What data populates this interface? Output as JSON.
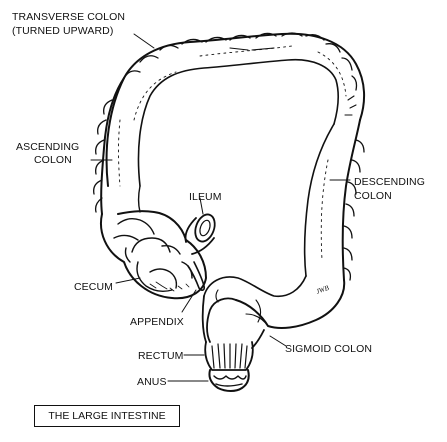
{
  "labels": {
    "transverse_line1": "TRANSVERSE COLON",
    "transverse_line2": "(TURNED UPWARD)",
    "ascending_line1": "ASCENDING",
    "ascending_line2": "COLON",
    "descending_line1": "DESCENDING",
    "descending_line2": "COLON",
    "ileum": "ILEUM",
    "cecum": "CECUM",
    "appendix": "APPENDIX",
    "sigmoid": "SIGMOID COLON",
    "rectum": "RECTUM",
    "anus": "ANUS",
    "signature": "JWB"
  },
  "caption": "THE LARGE INTESTINE"
}
